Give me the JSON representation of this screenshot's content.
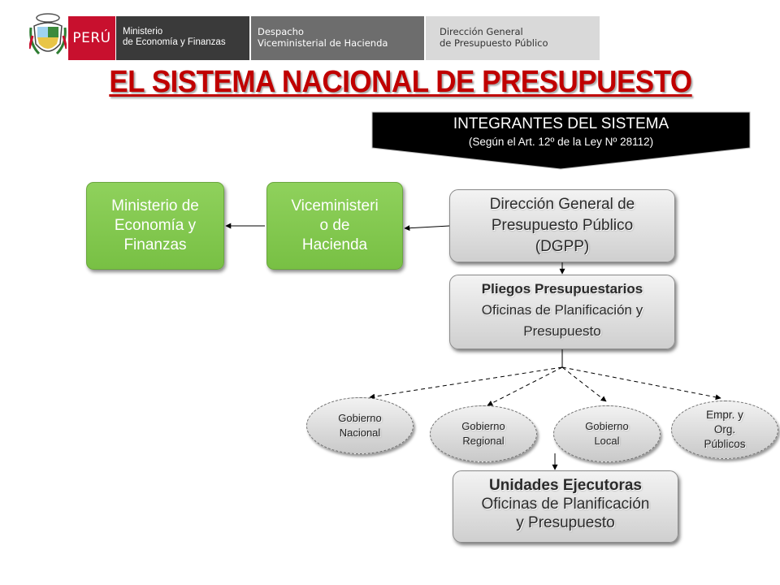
{
  "header": {
    "brand": "PERÚ",
    "ministry": [
      "Ministerio",
      "de Economía y Finanzas"
    ],
    "office": [
      "Despacho",
      "Viceministerial de Hacienda"
    ],
    "direction": [
      "Dirección  General",
      "de Presupuesto  Público"
    ]
  },
  "title": "EL SISTEMA NACIONAL DE PRESUPUESTO",
  "banner": {
    "line1": "INTEGRANTES DEL SISTEMA",
    "line2": "(Según el Art. 12º de la Ley Nº 28112)"
  },
  "nodes": {
    "mef": "Ministerio de Economía y Finanzas",
    "vmh": [
      "Viceministeri",
      "o de",
      "Hacienda"
    ],
    "dgpp": [
      "Dirección General de",
      "Presupuesto Público",
      "(DGPP)"
    ],
    "pliegos": {
      "heading": "Pliegos Presupuestarios",
      "line2": "Oficinas de Planificación y",
      "line3": "Presupuesto"
    },
    "gobierno_nacional": [
      "Gobierno",
      "Nacional"
    ],
    "gobierno_regional": [
      "Gobierno",
      "Regional"
    ],
    "gobierno_local": [
      "Gobierno",
      "Local"
    ],
    "empresas": [
      "Empr. y",
      "Org.",
      "Públicos"
    ],
    "unidades": {
      "heading": "Unidades Ejecutoras",
      "line2": "Oficinas de Planificación",
      "line3": "y Presupuesto"
    }
  },
  "colors": {
    "brand_red": "#c8102e",
    "title_red": "#c00000",
    "green_box": "#80c34a",
    "banner_black": "#000000"
  }
}
